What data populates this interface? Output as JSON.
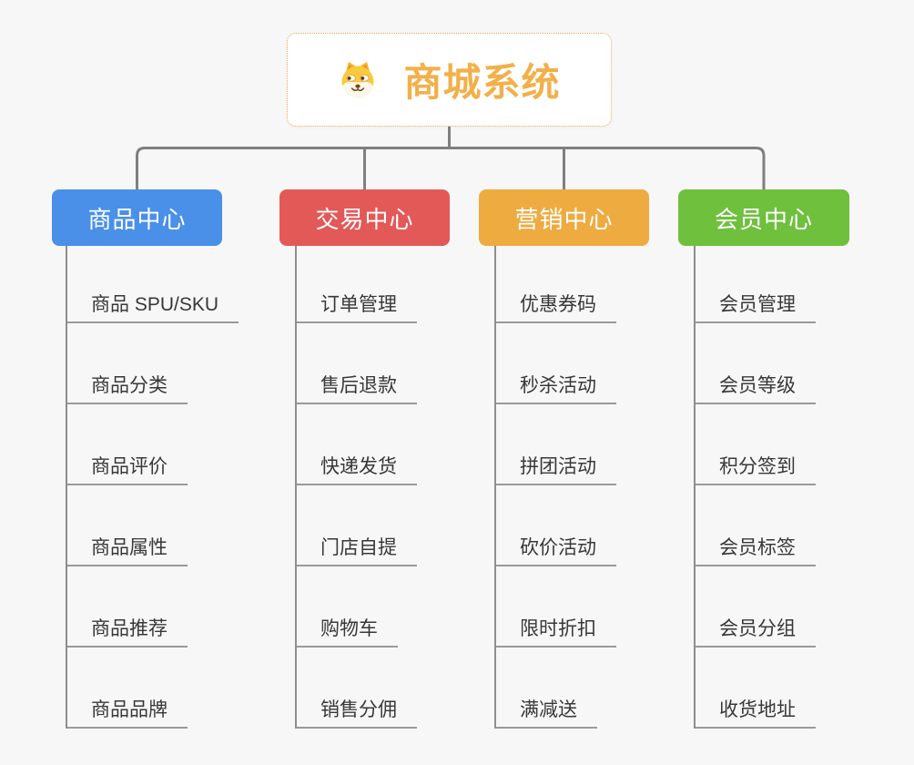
{
  "root": {
    "title": "商城系统",
    "icon": "doge-icon"
  },
  "colors": {
    "background": "#f7f7f7",
    "connector": "#7f7f7f",
    "root_accent": "#f2b04a",
    "branch_product": "#4a90e8",
    "branch_trade": "#e25958",
    "branch_marketing": "#eeab40",
    "branch_member": "#6fc03d"
  },
  "branches": [
    {
      "id": "product",
      "label": "商品中心",
      "color": "#4a90e8",
      "items": [
        "商品 SPU/SKU",
        "商品分类",
        "商品评价",
        "商品属性",
        "商品推荐",
        "商品品牌"
      ]
    },
    {
      "id": "trade",
      "label": "交易中心",
      "color": "#e25958",
      "items": [
        "订单管理",
        "售后退款",
        "快递发货",
        "门店自提",
        "购物车",
        "销售分佣"
      ]
    },
    {
      "id": "marketing",
      "label": "营销中心",
      "color": "#eeab40",
      "items": [
        "优惠券码",
        "秒杀活动",
        "拼团活动",
        "砍价活动",
        "限时折扣",
        "满减送"
      ]
    },
    {
      "id": "member",
      "label": "会员中心",
      "color": "#6fc03d",
      "items": [
        "会员管理",
        "会员等级",
        "积分签到",
        "会员标签",
        "会员分组",
        "收货地址"
      ]
    }
  ]
}
